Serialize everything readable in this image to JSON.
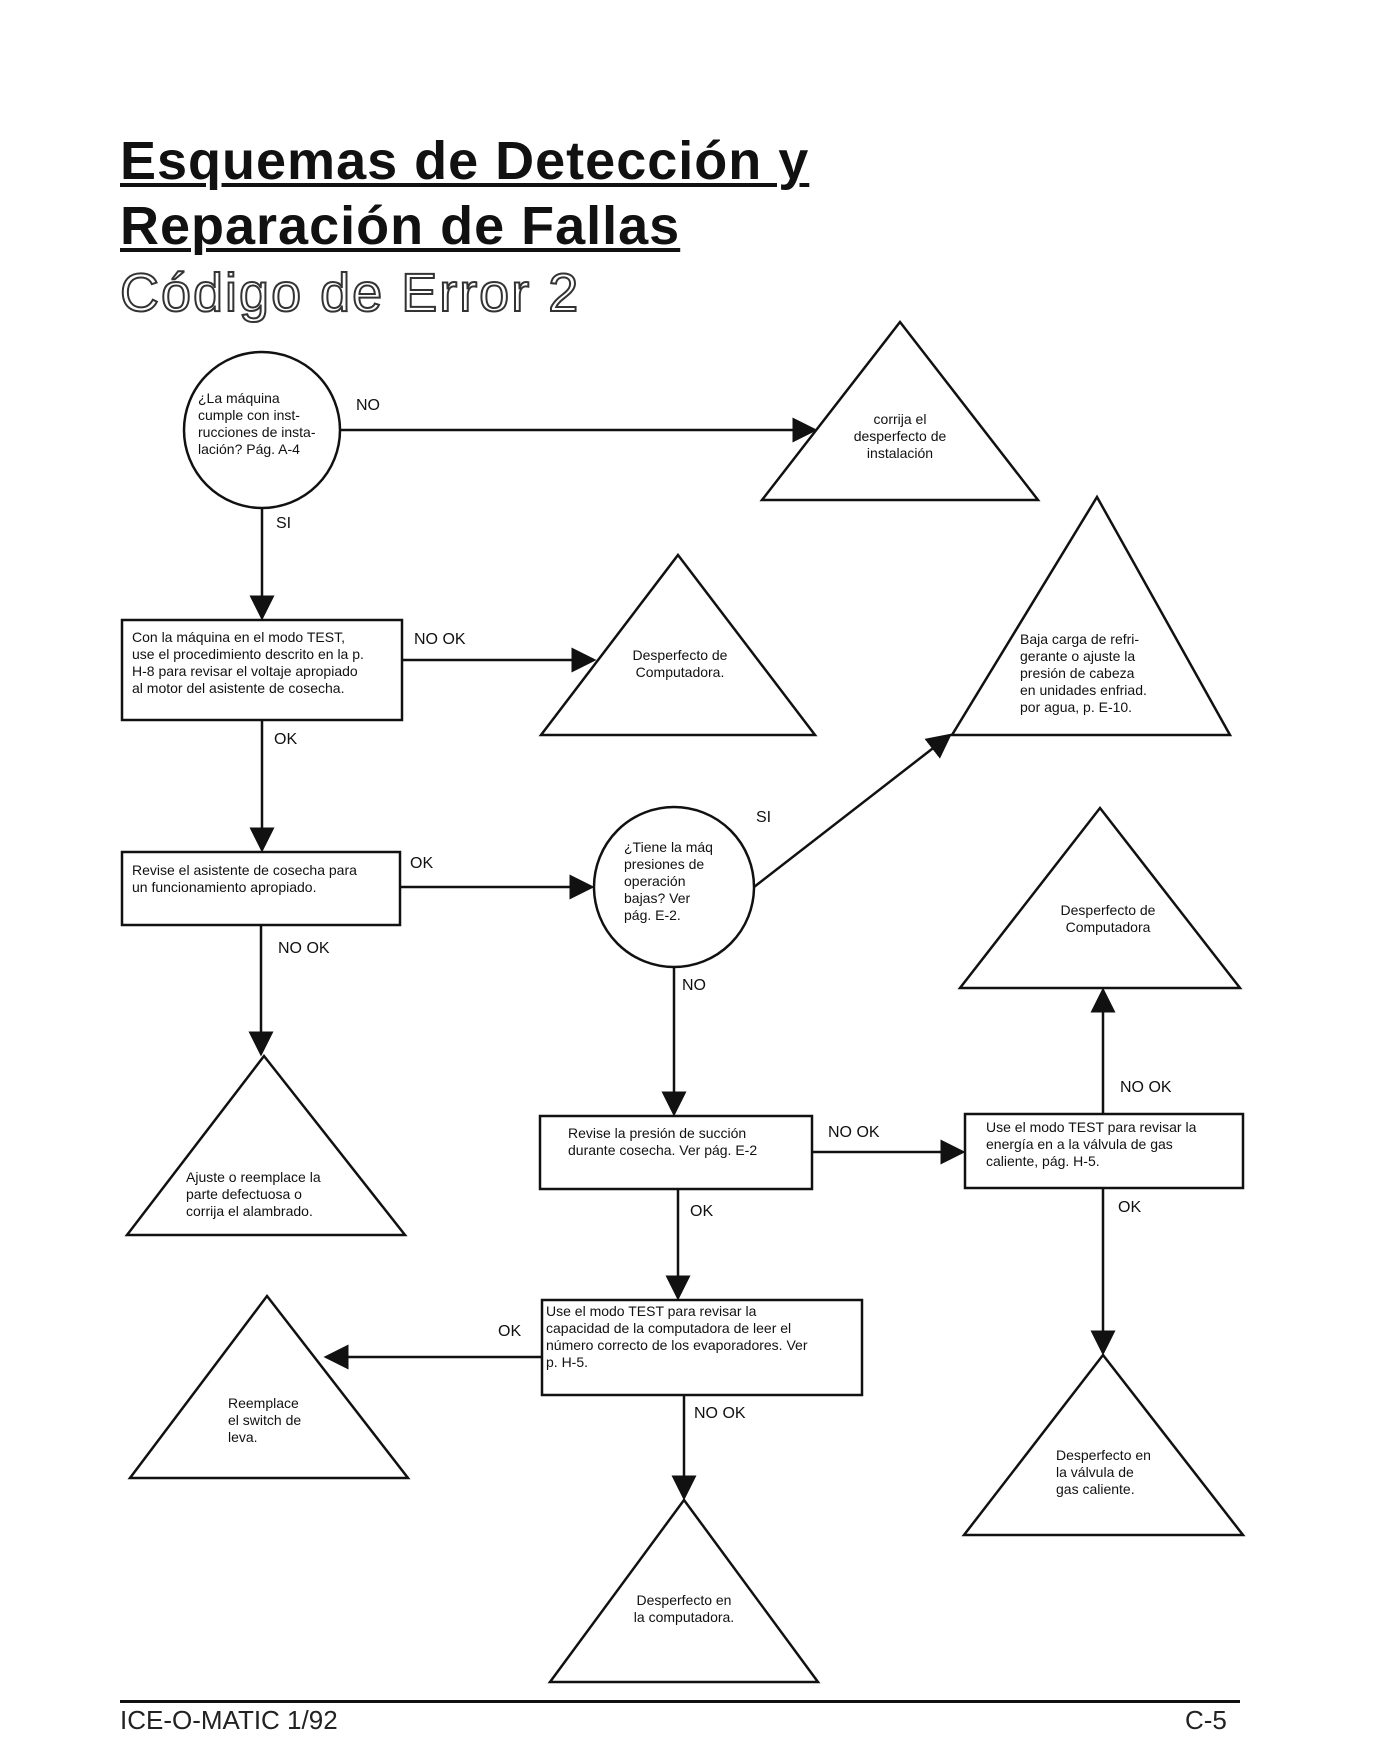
{
  "header": {
    "title_line1": "Esquemas de Detección y",
    "title_line2": "Reparación de Fallas",
    "subtitle": "Código de Error 2"
  },
  "nodes": {
    "q_install": [
      "¿La máquina",
      "cumple con inst-",
      "rucciones de insta-",
      "lación? Pág. A-4"
    ],
    "fix_install": [
      "corrija el",
      "desperfecto de",
      "instalación"
    ],
    "test_voltage": [
      "Con la máquina en el modo TEST,",
      "use el procedimiento descrito en la p.",
      "H-8 para revisar el voltaje apropiado",
      "al motor del asistente de cosecha."
    ],
    "computer_fault_1": [
      "Desperfecto de",
      "Computadora."
    ],
    "low_charge": [
      "Baja carga de refri-",
      "gerante o ajuste la",
      "presión  de cabeza",
      "en unidades enfriad.",
      "por agua, p. E-10."
    ],
    "check_assist": [
      "Revise el asistente de cosecha para",
      "un funcionamiento apropiado."
    ],
    "q_pressure": [
      "¿Tiene la máq",
      "presiones de",
      "operación",
      "bajas? Ver",
      "pág. E-2."
    ],
    "computer_fault_2": [
      "Desperfecto de",
      "Computadora"
    ],
    "adjust_replace": [
      "Ajuste o reemplace la",
      "parte defectuosa o",
      "corrija el alambrado."
    ],
    "suction": [
      "Revise la presión de succión",
      "durante cosecha.  Ver pág. E-2"
    ],
    "hot_gas_test": [
      "Use el modo TEST para revisar la",
      "energía en a la válvula de gas",
      "caliente, pág. H-5."
    ],
    "evap_test": [
      "Use el modo TEST para revisar la",
      "capacidad de la computadora de leer el",
      "número correcto de los evaporadores.  Ver",
      "p. H-5."
    ],
    "replace_switch": [
      "Reemplace",
      "el switch de",
      "leva."
    ],
    "hot_gas_fault": [
      "Desperfecto en",
      "la válvula de",
      "gas caliente."
    ],
    "computer_fault_3": [
      "Desperfecto en",
      "la computadora."
    ]
  },
  "edges": {
    "install_no": "NO",
    "install_si": "SI",
    "voltage_nook": "NO OK",
    "voltage_ok": "OK",
    "assist_ok": "OK",
    "assist_nook": "NO OK",
    "pressure_si": "SI",
    "pressure_no": "NO",
    "suction_nook": "NO OK",
    "suction_ok": "OK",
    "hotgas_nook": "NO OK",
    "hotgas_ok": "OK",
    "evap_ok": "OK",
    "evap_nook": "NO OK"
  },
  "footer": {
    "left": "ICE-O-MATIC 1/92",
    "right": "C-5"
  }
}
